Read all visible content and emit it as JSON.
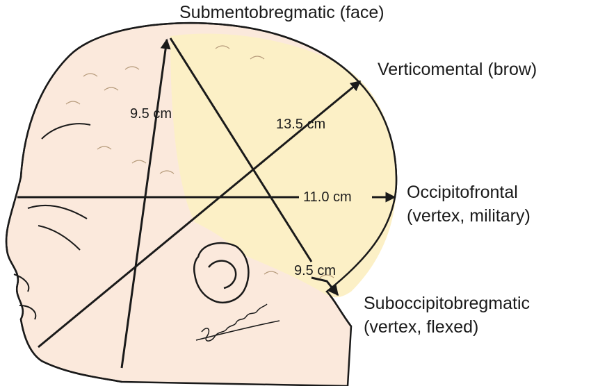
{
  "colors": {
    "skin": "#fbe9dc",
    "head_highlight": "#fcf0c6",
    "outline": "#1a1a1a"
  },
  "labels": {
    "submentobregmatic": "Submentobregmatic (face)",
    "verticomental": "Verticomental (brow)",
    "occipitofrontal_line1": "Occipitofrontal",
    "occipitofrontal_line2": "(vertex, military)",
    "suboccipitobregmatic_line1": "Suboccipitobregmatic",
    "suboccipitobregmatic_line2": "(vertex, flexed)"
  },
  "measurements": {
    "submentobregmatic": "9.5 cm",
    "verticomental": "13.5 cm",
    "occipitofrontal": "11.0 cm",
    "suboccipitobregmatic": "9.5 cm"
  },
  "signature": "Senisante '84"
}
